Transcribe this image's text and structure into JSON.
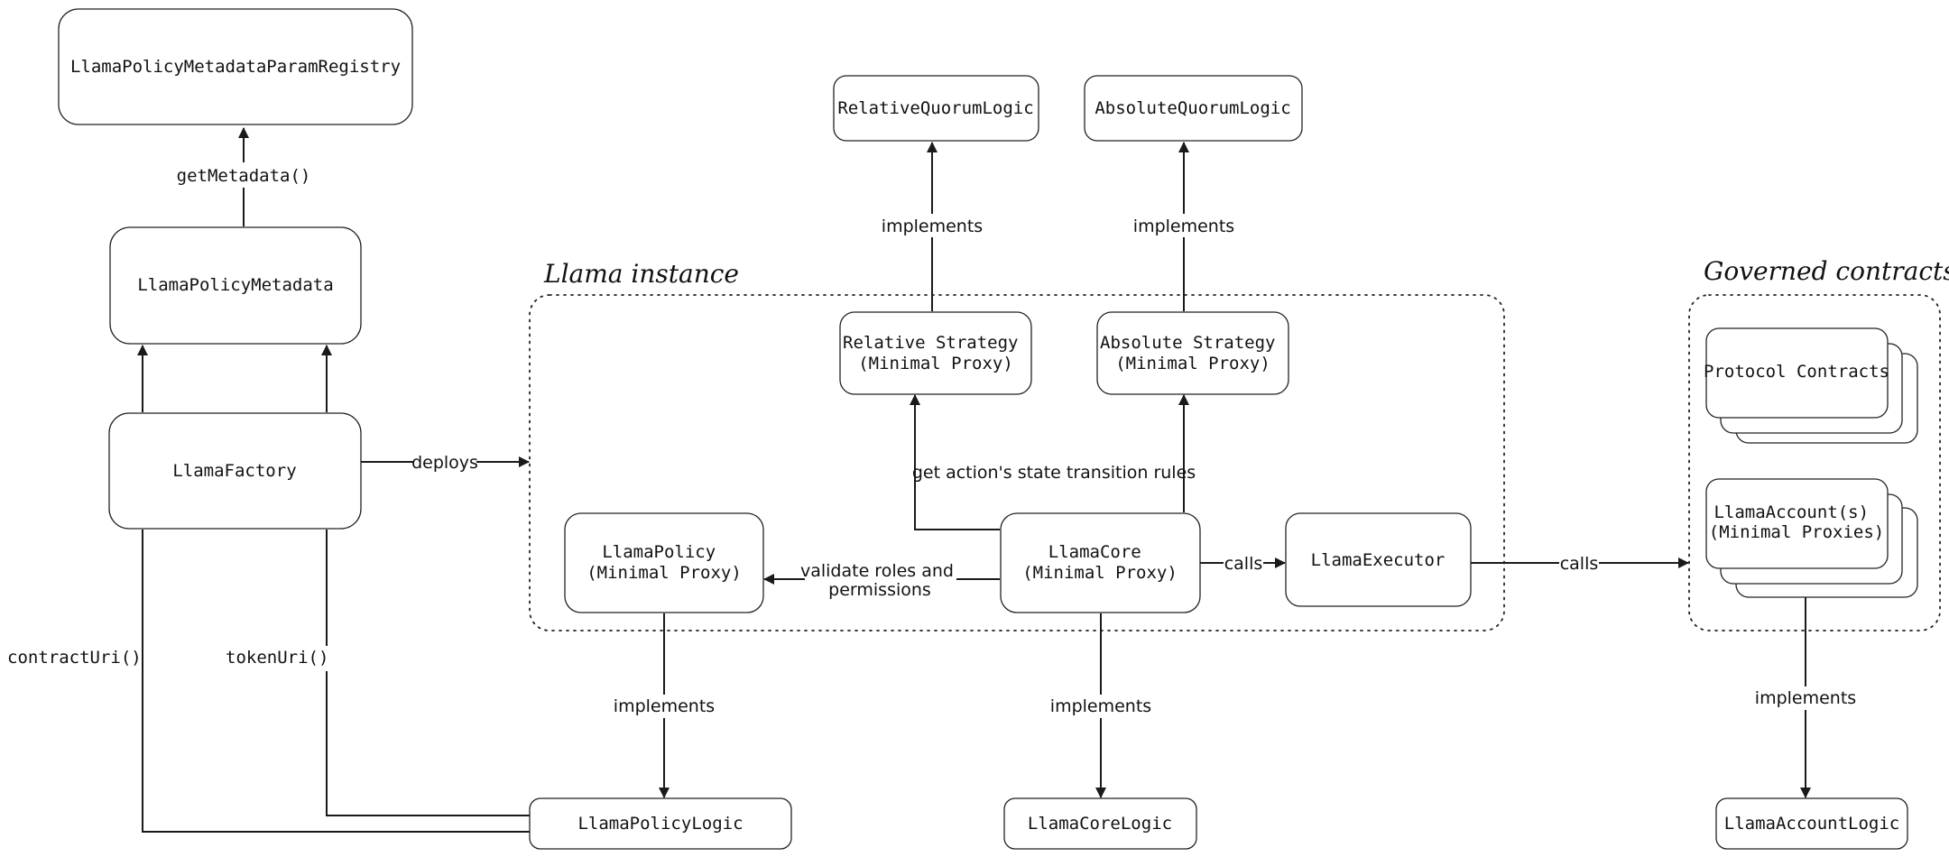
{
  "groups": {
    "llama_instance": "Llama instance",
    "governed_contracts": "Governed contracts"
  },
  "nodes": {
    "param_registry": "LlamaPolicyMetadataParamRegistry",
    "policy_metadata": "LlamaPolicyMetadata",
    "factory": "LlamaFactory",
    "relative_quorum_logic": "RelativeQuorumLogic",
    "absolute_quorum_logic": "AbsoluteQuorumLogic",
    "relative_strategy": [
      "Relative Strategy",
      "(Minimal Proxy)"
    ],
    "absolute_strategy": [
      "Absolute Strategy",
      "(Minimal Proxy)"
    ],
    "llama_policy": [
      "LlamaPolicy",
      "(Minimal Proxy)"
    ],
    "llama_core": [
      "LlamaCore",
      "(Minimal Proxy)"
    ],
    "llama_executor": "LlamaExecutor",
    "protocol_contracts": "Protocol Contracts",
    "llama_accounts": [
      "LlamaAccount(s)",
      "(Minimal Proxies)"
    ],
    "llama_policy_logic": "LlamaPolicyLogic",
    "llama_core_logic": "LlamaCoreLogic",
    "llama_account_logic": "LlamaAccountLogic"
  },
  "edges": {
    "get_metadata": "getMetadata()",
    "deploys": "deploys",
    "implements_relative": "implements",
    "implements_absolute": "implements",
    "state_rules": "get action's state transition rules",
    "validate": [
      "validate roles and",
      "permissions"
    ],
    "calls_executor": "calls",
    "calls_governed": "calls",
    "implements_policy": "implements",
    "implements_core": "implements",
    "implements_account": "implements",
    "contract_uri": "contractUri()",
    "token_uri": "tokenUri()"
  }
}
